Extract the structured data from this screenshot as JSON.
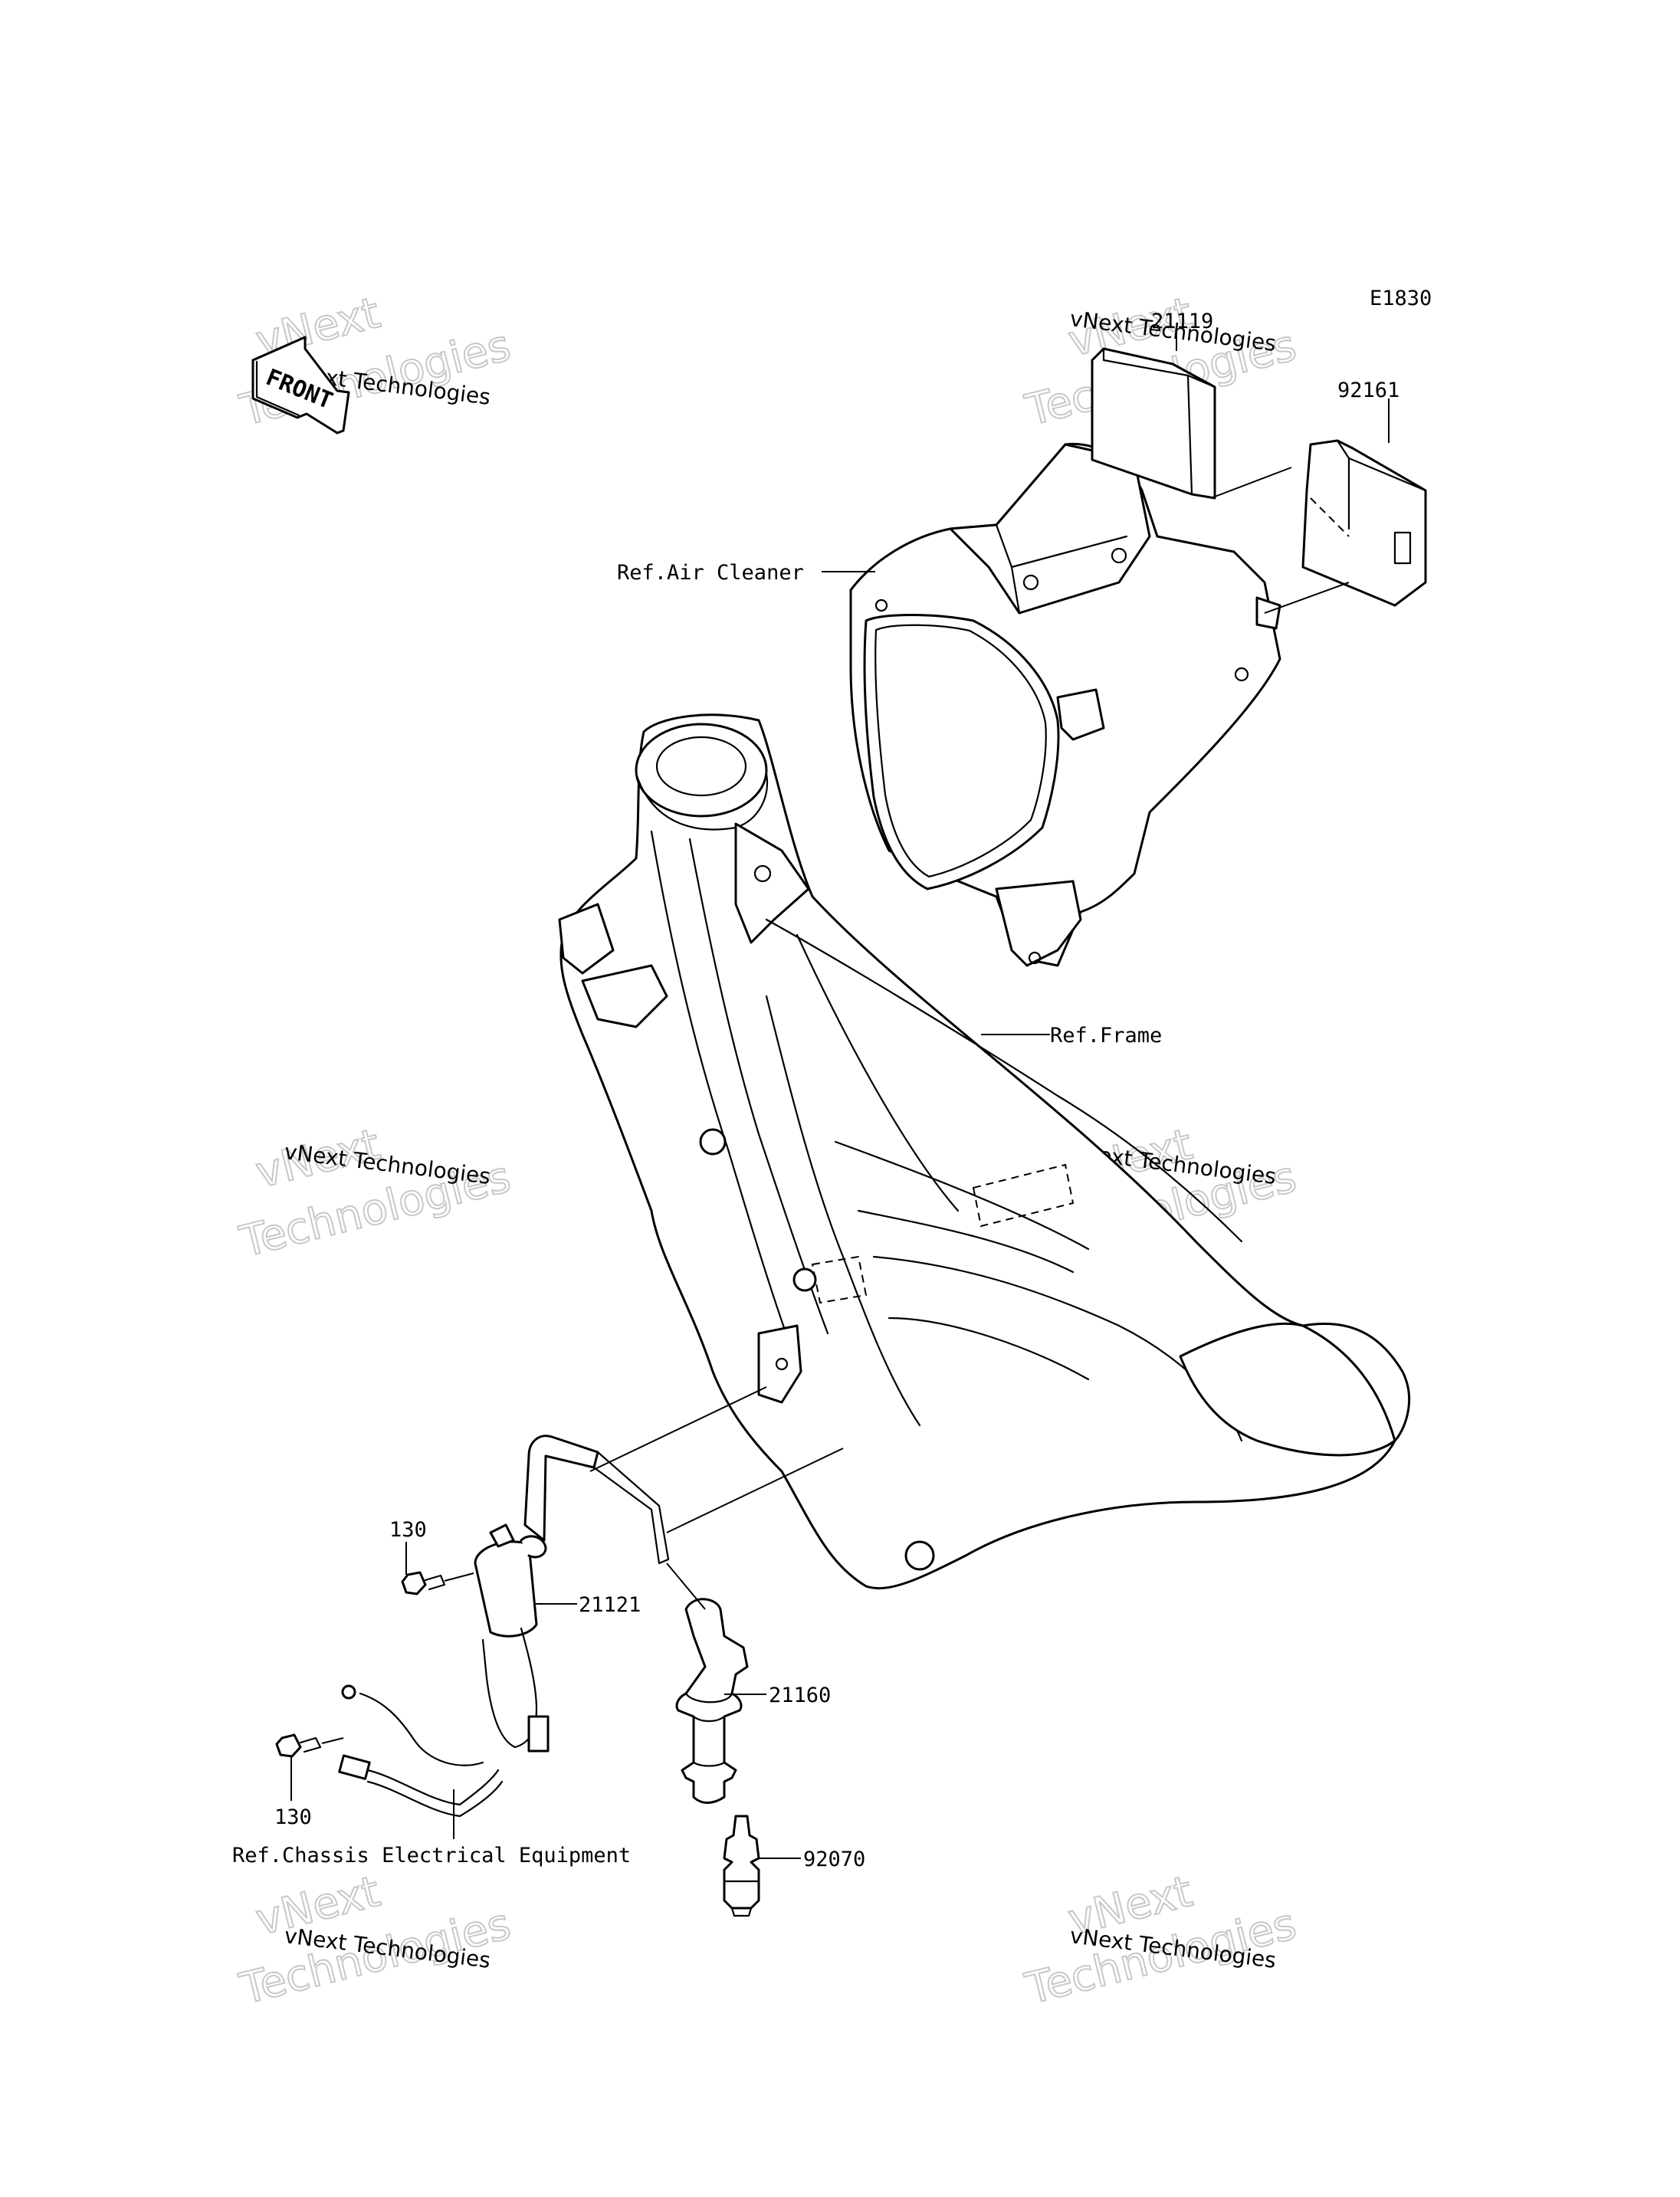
{
  "diagram": {
    "code": "E1830",
    "front_arrow": "FRONT",
    "parts": {
      "p21119": "21119",
      "p92161": "92161",
      "p21121": "21121",
      "p21160": "21160",
      "p92070": "92070",
      "p130_top": "130",
      "p130_bottom": "130"
    },
    "references": {
      "air_cleaner": "Ref.Air Cleaner",
      "frame": "Ref.Frame",
      "chassis": "Ref.Chassis Electrical Equipment"
    }
  },
  "watermark": {
    "line1": "vNext Technologies",
    "ghost_top": "vNext",
    "ghost_bottom": "Technologies"
  }
}
